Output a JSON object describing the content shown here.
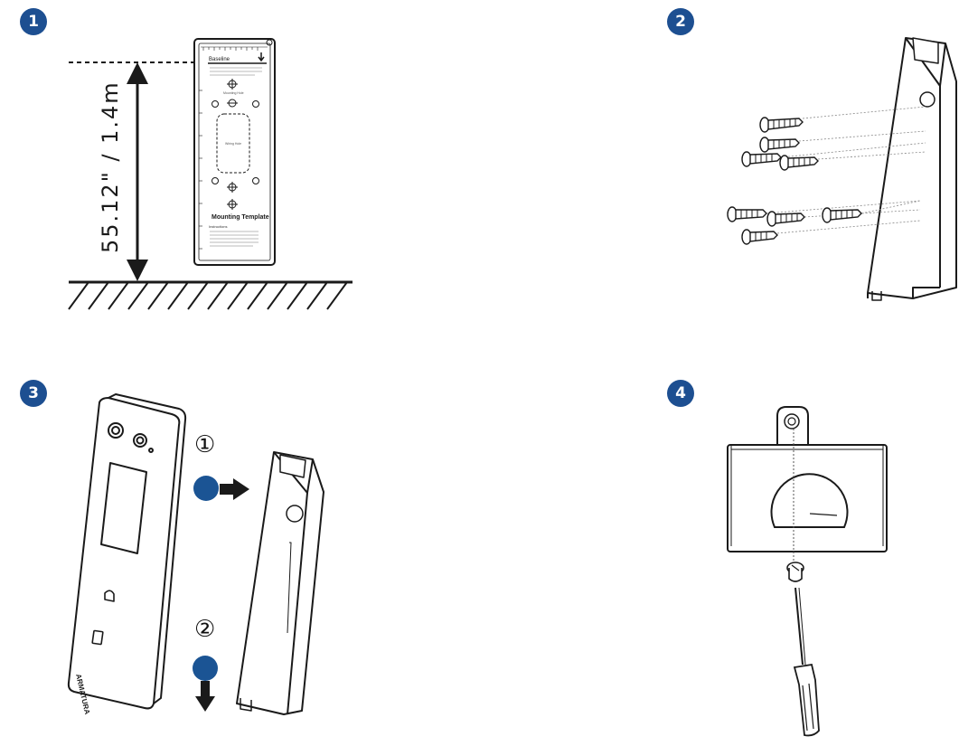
{
  "colors": {
    "badge": "#1d4f91",
    "dot": "#1b5494",
    "line": "#1a1a1a"
  },
  "steps": [
    {
      "number": "1"
    },
    {
      "number": "2"
    },
    {
      "number": "3"
    },
    {
      "number": "4"
    }
  ],
  "panel1": {
    "height_label": "55.12\" / 1.4m",
    "template": {
      "baseline": "Baseline",
      "mounting_hole": "Mounting Hole",
      "wiring_hole": "Wiring Hole",
      "title": "Mounting Template",
      "notes": "Instructions"
    }
  },
  "panel3": {
    "order_1": "①",
    "order_2": "②",
    "brand": "ARMATURA"
  }
}
